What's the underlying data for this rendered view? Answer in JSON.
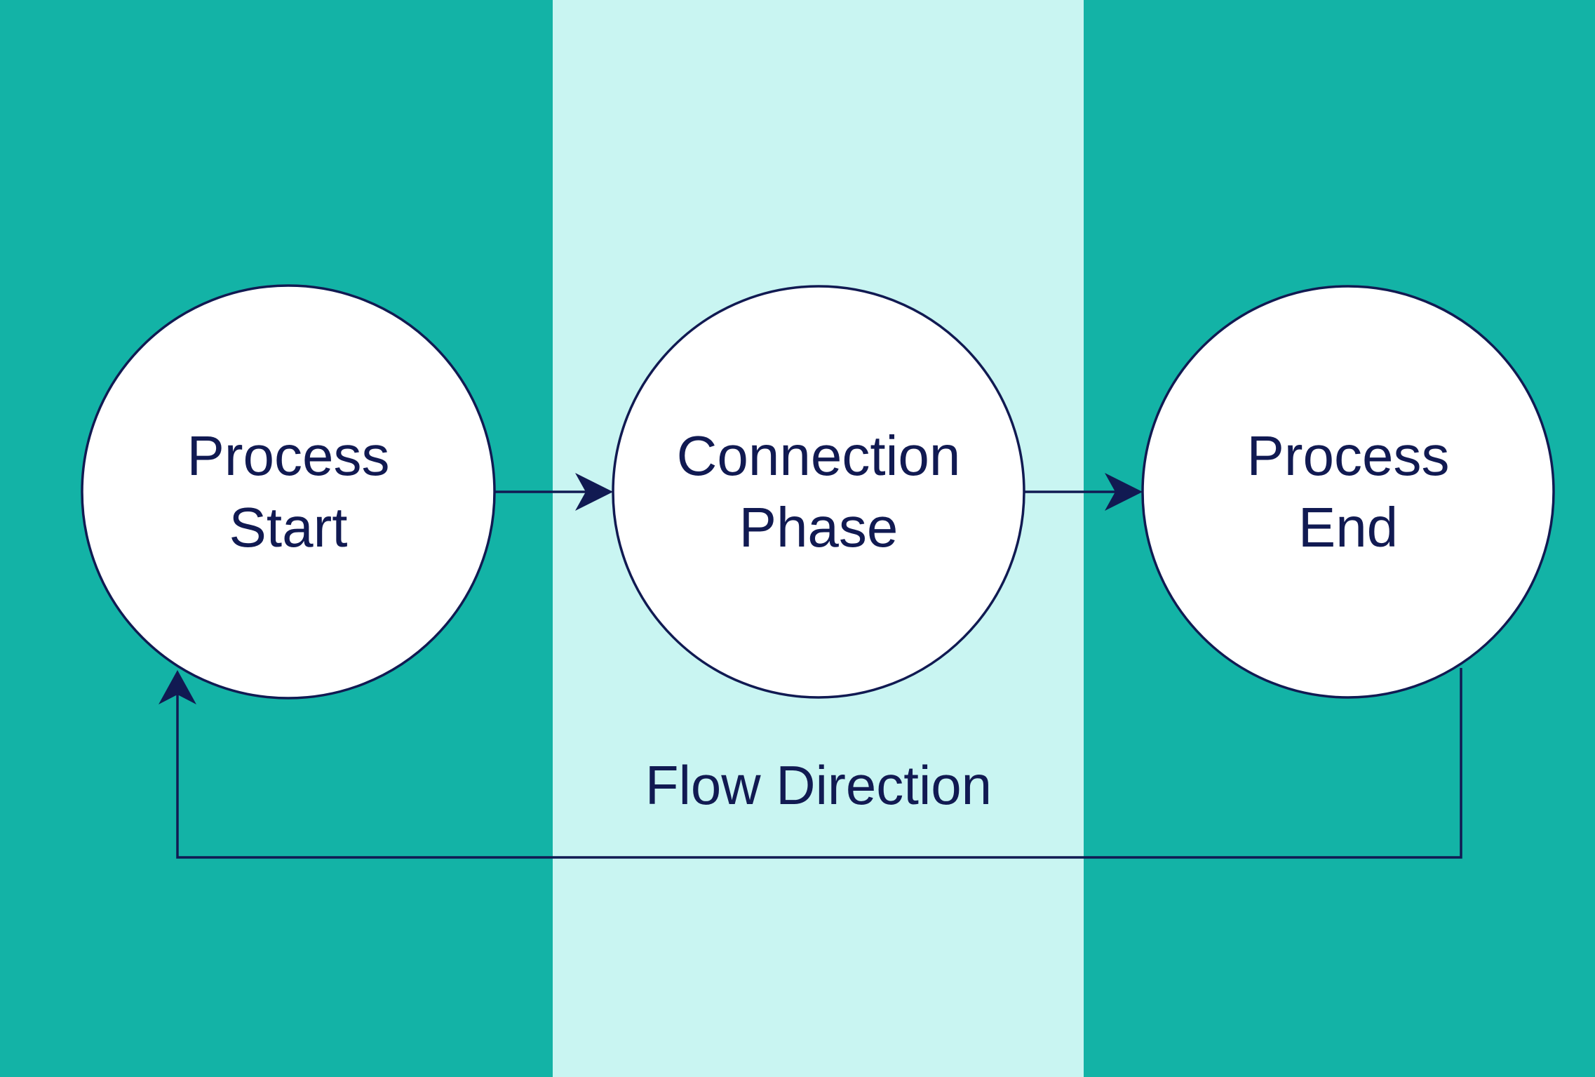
{
  "colors": {
    "side_band": "#13b3a6",
    "middle_band": "#c9f5f2",
    "node_fill": "#ffffff",
    "ink": "#111a52"
  },
  "nodes": [
    {
      "id": "start",
      "line1": "Process",
      "line2": "Start"
    },
    {
      "id": "connection",
      "line1": "Connection",
      "line2": "Phase"
    },
    {
      "id": "end",
      "line1": "Process",
      "line2": "End"
    }
  ],
  "edges": [
    {
      "from": "start",
      "to": "connection"
    },
    {
      "from": "connection",
      "to": "end"
    },
    {
      "from": "end",
      "to": "start",
      "kind": "return-loop"
    }
  ],
  "flow_label": "Flow Direction"
}
